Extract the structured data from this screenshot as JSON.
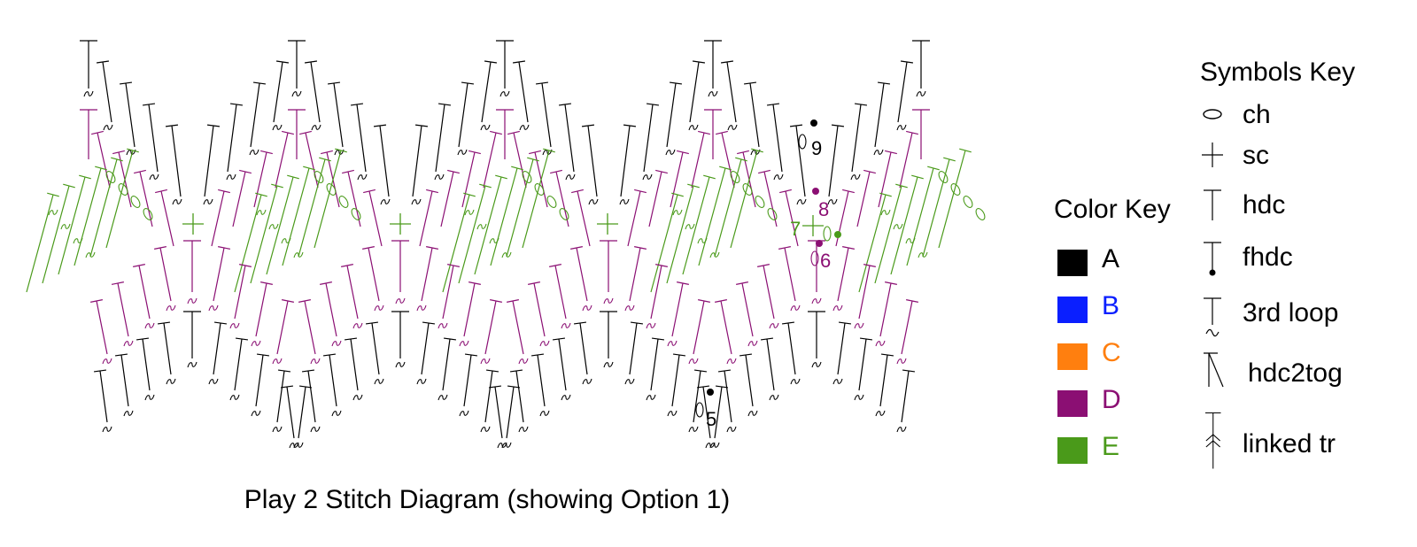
{
  "diagram": {
    "caption": "Play 2 Stitch Diagram (showing Option 1)",
    "row_numbers": [
      "9",
      "8",
      "7",
      "6",
      "5"
    ],
    "colors": {
      "A": "#000000",
      "D": "#8b0f73",
      "E": "#4a9a1a"
    }
  },
  "color_key": {
    "title": "Color Key",
    "items": [
      {
        "label": "A",
        "color": "#000000"
      },
      {
        "label": "B",
        "color": "#0a1fff"
      },
      {
        "label": "C",
        "color": "#ff7f0f"
      },
      {
        "label": "D",
        "color": "#8b0f73"
      },
      {
        "label": "E",
        "color": "#4a9a1a"
      }
    ]
  },
  "symbols_key": {
    "title": "Symbols Key",
    "items": [
      {
        "icon": "chain-icon",
        "label": "ch"
      },
      {
        "icon": "single-crochet-icon",
        "label": "sc"
      },
      {
        "icon": "half-double-crochet-icon",
        "label": "hdc"
      },
      {
        "icon": "foundation-hdc-icon",
        "label": "fhdc"
      },
      {
        "icon": "third-loop-icon",
        "label": "3rd loop"
      },
      {
        "icon": "hdc2tog-icon",
        "label": "hdc2tog"
      },
      {
        "icon": "linked-treble-icon",
        "label": "linked tr"
      }
    ]
  }
}
